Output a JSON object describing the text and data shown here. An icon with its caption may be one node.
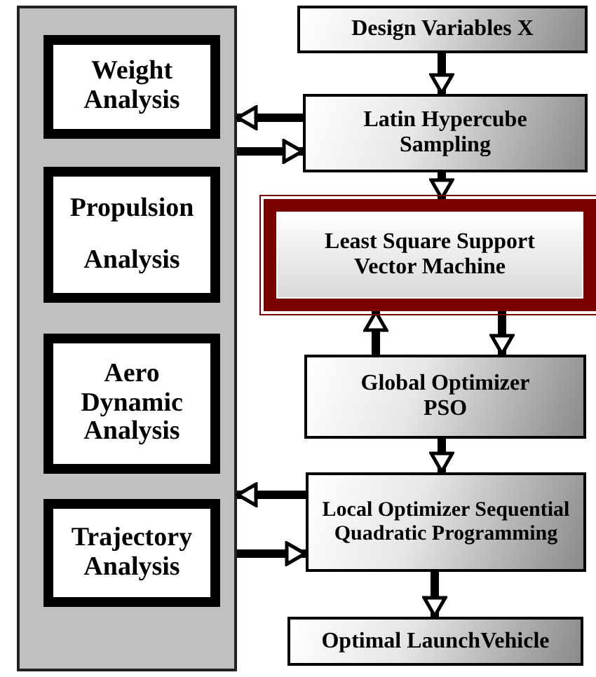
{
  "diagram": {
    "nodes": [
      {
        "text": [],
        "shape": "box"
      },
      {
        "text": [
          "Weight Analysis"
        ],
        "in": 0
      },
      {
        "text": [
          "Propulsion Analysis"
        ],
        "in": 0
      },
      {
        "text": [
          "Aero Dynamic Analysis"
        ],
        "in": 0
      },
      {
        "text": [
          "Trajectory Analysis"
        ],
        "in": 0
      },
      {
        "text": [
          "Design Variables  X"
        ]
      },
      {
        "text": [
          "Latin Hypercube Sampling"
        ]
      },
      {
        "text": [
          "Least Square Support Vector Machine"
        ]
      },
      {
        "text": [
          "Global Optimizer PSO"
        ]
      },
      {
        "text": [
          "Local Optimizer Sequential Quadratic Programming"
        ]
      },
      {
        "text": [
          "Optimal  LaunchVehicle"
        ]
      }
    ],
    "edges": [
      {
        "from": 5,
        "to": 6,
        "arrow": "to"
      },
      {
        "from": 6,
        "to": 0,
        "arrow": "to"
      },
      {
        "from": 0,
        "to": 6,
        "arrow": "to"
      },
      {
        "from": 6,
        "to": 7,
        "arrow": "to"
      },
      {
        "from": 8,
        "to": 7,
        "arrow": "to"
      },
      {
        "from": 7,
        "to": 8,
        "arrow": "to"
      },
      {
        "from": 8,
        "to": 9,
        "arrow": "to"
      },
      {
        "from": 9,
        "to": 0,
        "arrow": "to"
      },
      {
        "from": 0,
        "to": 9,
        "arrow": "to"
      },
      {
        "from": 9,
        "to": 10,
        "arrow": "to"
      }
    ]
  }
}
